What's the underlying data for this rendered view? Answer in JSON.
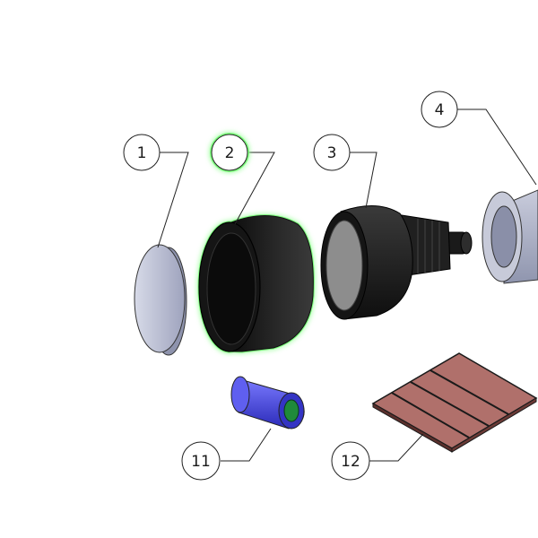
{
  "diagram": {
    "balloons": [
      {
        "id": "1",
        "label": "1"
      },
      {
        "id": "2",
        "label": "2"
      },
      {
        "id": "3",
        "label": "3"
      },
      {
        "id": "4",
        "label": "4"
      },
      {
        "id": "11",
        "label": "11"
      },
      {
        "id": "12",
        "label": "12"
      }
    ],
    "colors": {
      "disc": "#b9bdd2",
      "cup": "#1c1c1c",
      "cap": "#1f1f1f",
      "lens": "#8d8d8d",
      "sleeve": "#a9aec4",
      "cylinder": "#4545d8",
      "cylinder_inner": "#1f8a3a",
      "plate": "#b0706b",
      "highlight": "#7cff7c"
    }
  }
}
